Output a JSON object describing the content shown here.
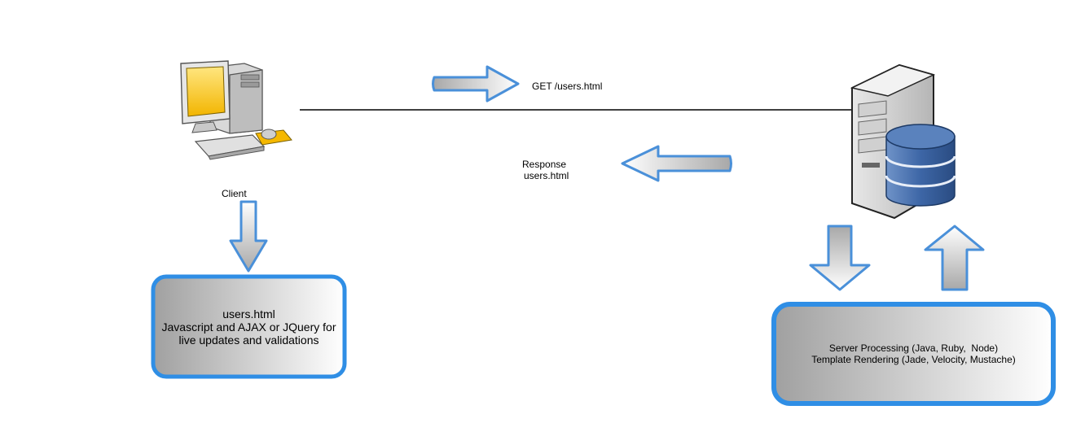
{
  "request": {
    "label": "GET /users.html"
  },
  "response": {
    "line1": "Response",
    "line2": "users.html"
  },
  "client": {
    "label": "Client",
    "icon": "desktop-computer-icon"
  },
  "server": {
    "icon": "server-database-icon"
  },
  "client_box": {
    "lines": [
      "users.html",
      "Javascript and AJAX or JQuery for",
      "live updates and validations"
    ]
  },
  "server_box": {
    "lines": [
      "Server Processing (Java, Ruby,  Node)",
      "Template Rendering (Jade, Velocity, Mustache)"
    ]
  },
  "colors": {
    "arrow_stroke": "#4a90d9",
    "arrow_fill_dark": "#a8a8a8",
    "arrow_fill_light": "#ffffff",
    "box_stroke": "#2f8ee5",
    "connector": "#000000"
  }
}
